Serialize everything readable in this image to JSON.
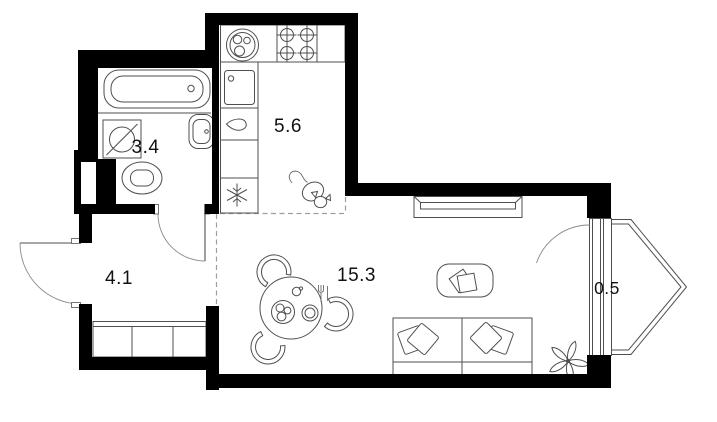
{
  "floor_plan": {
    "type": "studio-apartment-floor-plan",
    "colors": {
      "walls": "#000000",
      "furniture_lines": "#4f4f4f",
      "open_plan_boundary_dashed": "#9e9e9e",
      "background": "#ffffff",
      "labels": "#111111"
    },
    "rooms": {
      "bathroom": {
        "area": "3.4"
      },
      "kitchen": {
        "area": "5.6"
      },
      "hallway": {
        "area": "4.1"
      },
      "living_room": {
        "area": "15.3"
      },
      "balcony": {
        "area": "0.5"
      }
    },
    "fixtures": {
      "bathroom": [
        "bathtub",
        "washing-machine",
        "wall-sink",
        "toilet",
        "shaft-pillar"
      ],
      "kitchen": [
        "round-sink",
        "stove-4-burner",
        "under-counter-appliance",
        "water-drop-symbol",
        "refrigerator-snowflake",
        "cat"
      ],
      "hallway": [
        "wardrobe-3-section",
        "entrance-door-outward"
      ],
      "living_room": [
        "round-dining-table",
        "three-chairs",
        "plates-and-cup",
        "cutlery",
        "tv-on-wall",
        "coffee-table-with-book",
        "two-seat-sofa-with-pillows",
        "plant"
      ],
      "balcony": [
        "bay-window-pentagon",
        "glazed-balcony-door"
      ]
    }
  }
}
